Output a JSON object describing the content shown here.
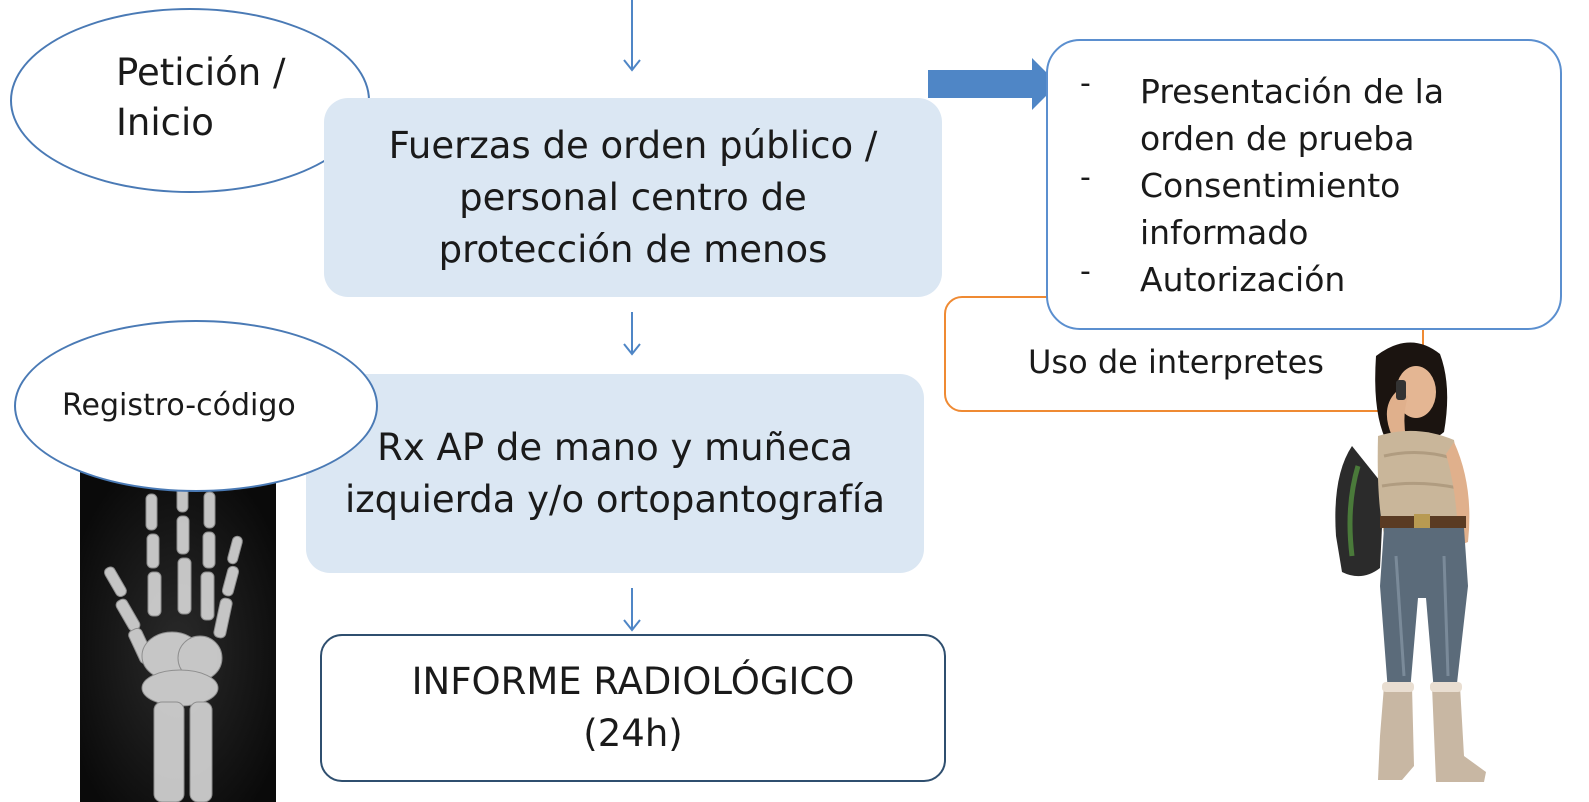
{
  "ellipses": {
    "peticion_line1": "Petición /",
    "peticion_line2": "Inicio",
    "registro": "Registro-código"
  },
  "boxes": {
    "fuerzas_line1": "Fuerzas de orden público /",
    "fuerzas_line2": "personal centro de",
    "fuerzas_line3": "protección de menos",
    "rx_line1": "Rx AP de mano y muñeca",
    "rx_line2": "izquierda y/o ortopantografía",
    "informe_line1": "INFORME RADIOLÓGICO",
    "informe_line2": "(24h)"
  },
  "requirements": {
    "dash": "-",
    "item1_line1": "Presentación de la",
    "item1_line2": "orden de prueba",
    "item2_line1": "Consentimiento",
    "item2_line2": "informado",
    "item3": "Autorización"
  },
  "interpreters": "Uso de interpretes",
  "colors": {
    "process_fill": "#dbe7f3",
    "arrow": "#4f86c6",
    "ellipse_border": "#4a7ab5",
    "interpreter_border": "#ef8a33",
    "outcome_border": "#2f4f6f"
  }
}
